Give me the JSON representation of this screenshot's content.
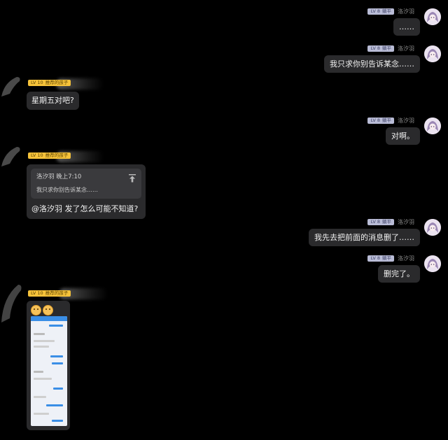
{
  "self": {
    "name": "洛汐羽",
    "level": "LV 8",
    "title": "躺平"
  },
  "other": {
    "level": "LV 10",
    "title": "推荐的孩子"
  },
  "messages": {
    "m1": "……",
    "m2": "我只求你别告诉某念……",
    "m3": "星期五对吧?",
    "m4": "对啊。",
    "m5_quote_head": "洛汐羽 晚上7:10",
    "m5_quote_body": "我只求你别告诉某念……",
    "m5_text": "@洛汐羽 发了怎么可能不知道?",
    "m6": "我先去把前面的消息删了……",
    "m7": "删完了。"
  },
  "icons": {
    "self_avatar": "anime-girl-avatar-icon",
    "other_avatar": "blurred-avatar-icon",
    "pin": "pin-to-top-icon",
    "emoji": "smiling-face-emoji-icon"
  },
  "colors": {
    "bubble": "#2a2a2c",
    "self_badge": "#b9bcd6",
    "other_badge": "#f5c23a"
  }
}
